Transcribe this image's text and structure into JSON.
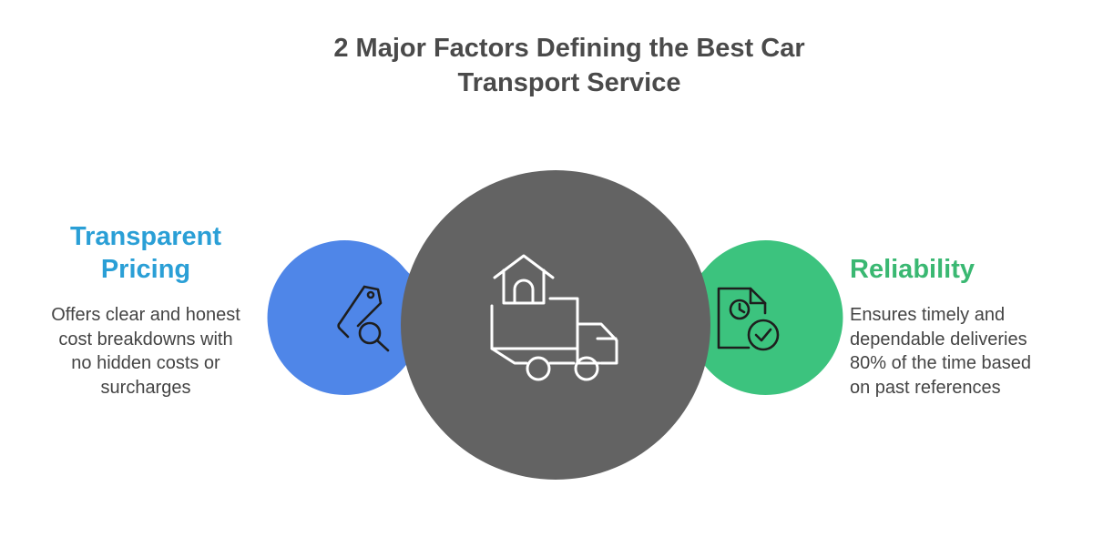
{
  "title": {
    "line1": "2 Major Factors Defining the Best Car",
    "line2": "Transport Service"
  },
  "center": {
    "icon": "truck-with-house-icon",
    "color": "#636363"
  },
  "factors": [
    {
      "heading_line1": "Transparent",
      "heading_line2": "Pricing",
      "description": [
        "Offers clear and honest",
        "cost breakdowns with",
        "no hidden costs or",
        "surcharges"
      ],
      "icon": "price-tag-search-icon",
      "color": "#4f86e8",
      "heading_color": "#2a9fd6"
    },
    {
      "heading_line1": "Reliability",
      "description": [
        "Ensures timely and",
        "dependable deliveries",
        "80% of the time based",
        "on past references"
      ],
      "icon": "document-clock-check-icon",
      "color": "#3cc37e",
      "heading_color": "#3ab872"
    }
  ]
}
